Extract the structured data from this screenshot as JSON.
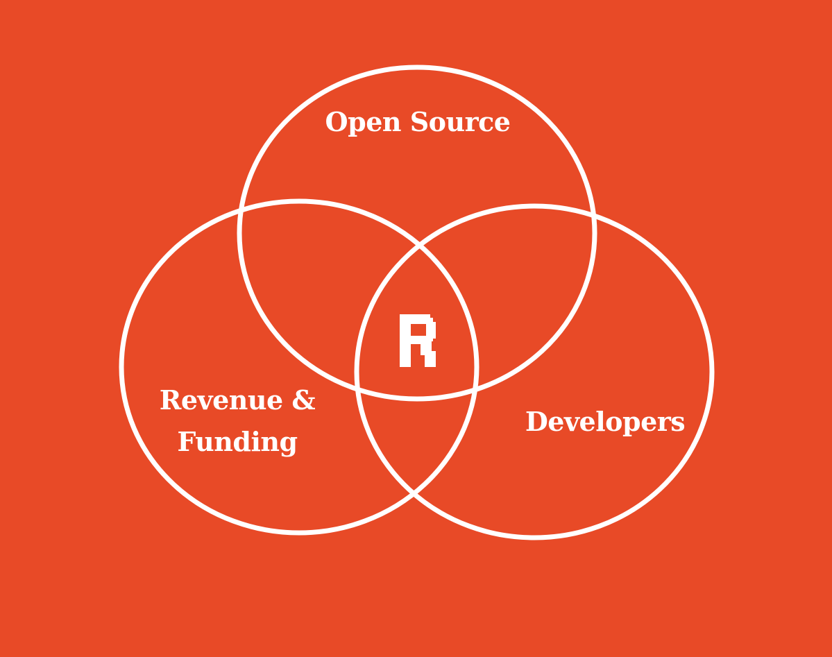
{
  "background_color": "#e84a27",
  "stroke_color": "#ffffff",
  "circles": [
    {
      "id": "open-source",
      "label": "Open Source"
    },
    {
      "id": "revenue-funding",
      "label_lines": [
        "Revenue &",
        "Funding"
      ]
    },
    {
      "id": "developers",
      "label": "Developers"
    }
  ],
  "center_logo": {
    "icon": "r-logo-icon",
    "text": "R"
  }
}
